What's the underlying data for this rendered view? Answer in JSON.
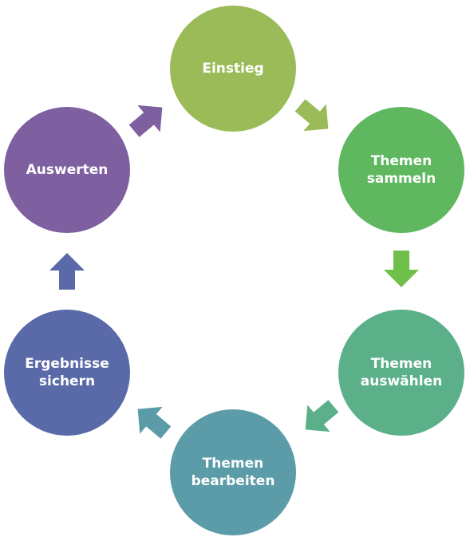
{
  "diagram": {
    "type": "cycle",
    "steps": [
      {
        "id": "einstieg",
        "lines": [
          "Einstieg"
        ],
        "color": "#9bbb59"
      },
      {
        "id": "sammeln",
        "lines": [
          "Themen",
          "sammeln"
        ],
        "color": "#5fb760"
      },
      {
        "id": "auswaehlen",
        "lines": [
          "Themen",
          "auswählen"
        ],
        "color": "#5bb08a"
      },
      {
        "id": "bearbeiten",
        "lines": [
          "Themen",
          "bearbeiten"
        ],
        "color": "#5b9ca8"
      },
      {
        "id": "sichern",
        "lines": [
          "Ergebnisse",
          "sichern"
        ],
        "color": "#5a6aa8"
      },
      {
        "id": "auswerten",
        "lines": [
          "Auswerten"
        ],
        "color": "#7e5fa0"
      }
    ],
    "arrows": [
      {
        "from": "einstieg",
        "to": "sammeln",
        "color": "#9bbb59"
      },
      {
        "from": "sammeln",
        "to": "auswaehlen",
        "color": "#6fc04a"
      },
      {
        "from": "auswaehlen",
        "to": "bearbeiten",
        "color": "#5bb08a"
      },
      {
        "from": "bearbeiten",
        "to": "sichern",
        "color": "#5b9ca8"
      },
      {
        "from": "sichern",
        "to": "auswerten",
        "color": "#5a6aa8"
      },
      {
        "from": "auswerten",
        "to": "einstieg",
        "color": "#7e5fa0"
      }
    ]
  }
}
